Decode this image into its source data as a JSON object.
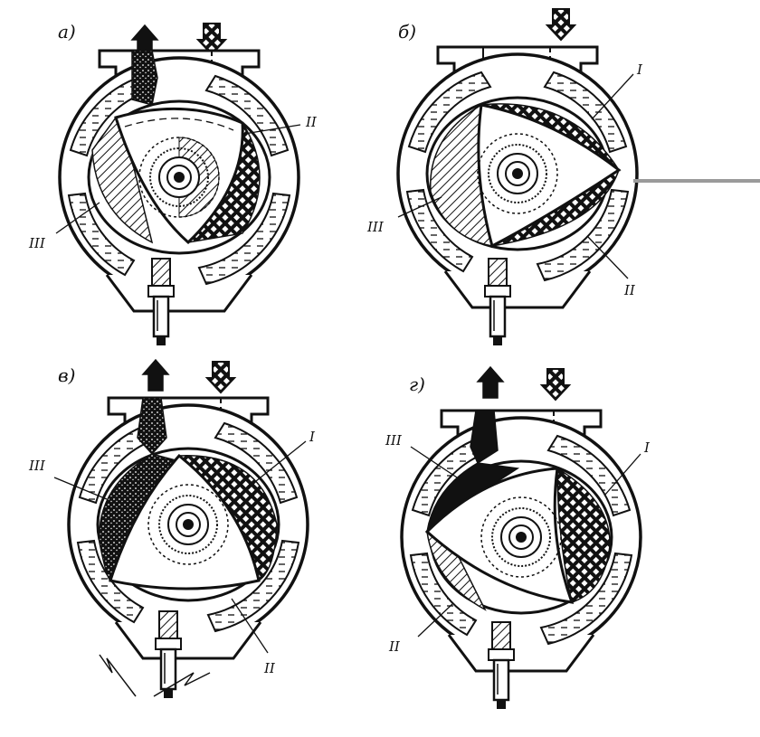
{
  "panels": [
    {
      "label": "а)",
      "callouts": [
        "II",
        "III"
      ]
    },
    {
      "label": "б)",
      "callouts": [
        "I",
        "III",
        "II"
      ]
    },
    {
      "label": "в)",
      "callouts": [
        "III",
        "I",
        "II"
      ]
    },
    {
      "label": "г)",
      "callouts": [
        "III",
        "I",
        "II"
      ]
    }
  ],
  "colors": {
    "ink": "#111111",
    "paper": "#ffffff",
    "pointer": "#9a9a9a"
  }
}
